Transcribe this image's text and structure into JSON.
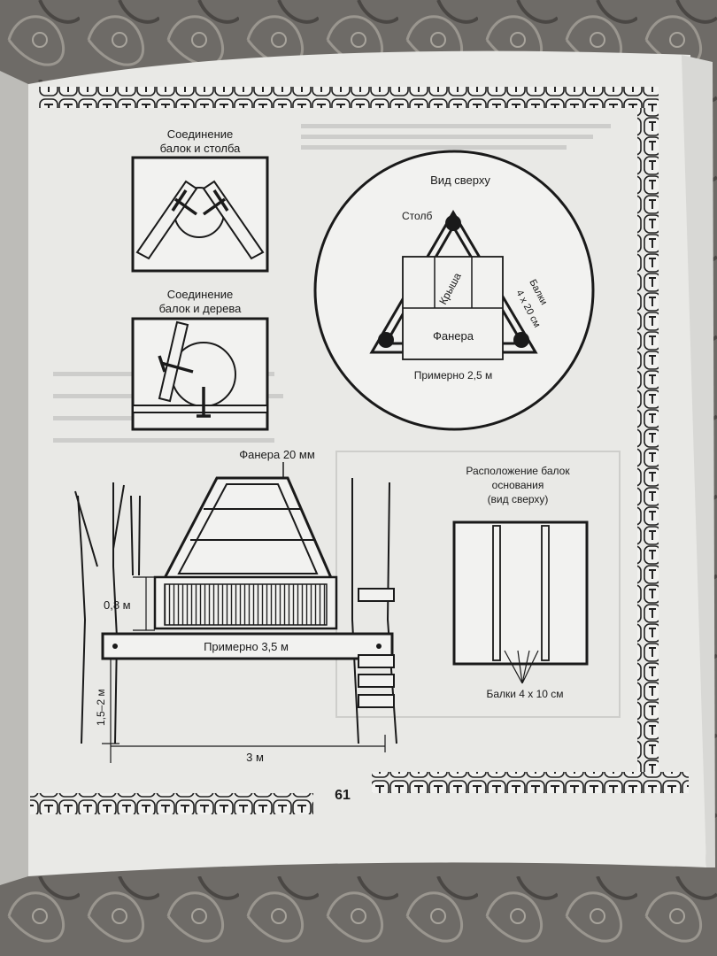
{
  "page_number": "61",
  "joint_post": {
    "title_line1": "Соединение",
    "title_line2": "балок и столба"
  },
  "joint_tree": {
    "title_line1": "Соединение",
    "title_line2": "балок и дерева"
  },
  "top_view": {
    "title": "Вид сверху",
    "post_label": "Столб",
    "roof_label": "Крыша",
    "beams_label_line1": "Балки",
    "beams_label_line2": "4 x 20 см",
    "plywood_label": "Фанера",
    "approx_label": "Примерно 2,5 м"
  },
  "front_view": {
    "plywood_label": "Фанера 20 мм",
    "height_label": "0,8 м",
    "approx_label": "Примерно 3,5 м",
    "vertical_label": "1,5–2 м",
    "bottom_label": "3 м"
  },
  "base_layout": {
    "title_line1": "Расположение балок",
    "title_line2": "основания",
    "title_line3": "(вид сверху)",
    "beams_label": "Балки 4 x 10 см"
  },
  "colors": {
    "paper": "#ececea",
    "ink": "#1a1a1a",
    "fabric": "#6d6a66"
  }
}
